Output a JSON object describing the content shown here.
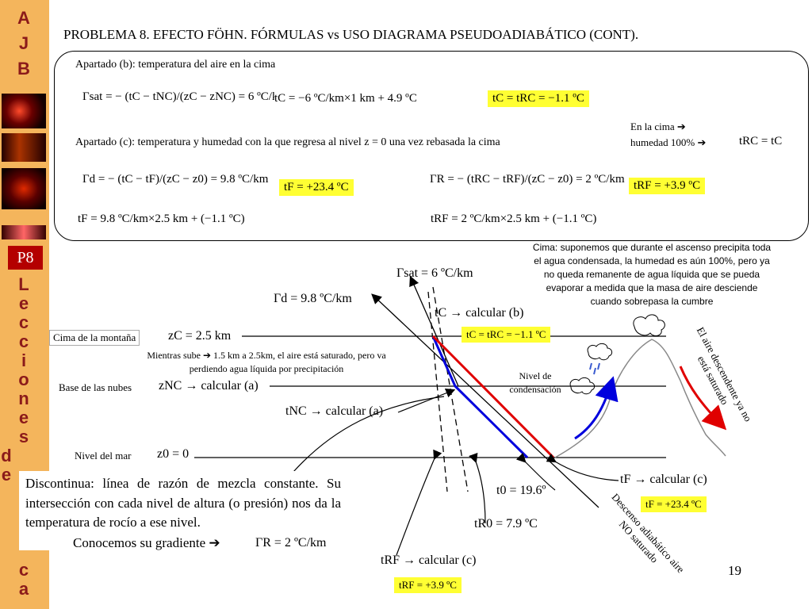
{
  "sidebar": {
    "letters": [
      "A",
      "J",
      "B",
      "L",
      "e",
      "c",
      "c",
      "i",
      "o",
      "n",
      "e",
      "s",
      "d",
      "e",
      "c",
      "a"
    ],
    "badge": "P8"
  },
  "title": "PROBLEMA 8. EFECTO FÖHN. FÓRMULAS vs USO DIAGRAMA PSEUDOADIABÁTICO (CONT).",
  "box": {
    "part_b": "Apartado (b): temperatura del aire en la cima",
    "eq_gamma_sat": "Γsat = − (tC − tNC)/(zC − zNC) = 6 ºC/km",
    "eq_tc_calc": "tC = −6 ºC/km×1 km + 4.9 ºC",
    "eq_tc_result": "tC = tRC = −1.1 ºC",
    "part_c": "Apartado (c): temperatura y humedad con la que regresa al nivel z = 0 una vez rebasada la cima",
    "cima_note_1": "En la cima ➔",
    "cima_note_2": "humedad 100% ➔",
    "eq_trc": "tRC = tC",
    "eq_gamma_d": "Γd = − (tC − tF)/(zC − z0) = 9.8 ºC/km",
    "eq_tf_result": "tF = +23.4 ºC",
    "eq_gamma_r": "ΓR = − (tRC − tRF)/(zC − z0) = 2 ºC/km",
    "eq_trf_result": "tRF = +3.9 ºC",
    "eq_tf_calc": "tF = 9.8 ºC/km×2.5 km + (−1.1 ºC)",
    "eq_trf_calc": "tRF = 2 ºC/km×2.5 km + (−1.1 ºC)"
  },
  "diagram": {
    "cima_text": "Cima: suponemos que durante el ascenso precipita toda el agua condensada, la humedad es aún 100%, pero ya no queda remanente de agua líquida que se pueda evaporar a medida que la masa de aire desciende cuando sobrepasa la cumbre",
    "gamma_sat_label": "Γsat = 6 ºC/km",
    "gamma_d_label": "Γd = 9.8 ºC/km",
    "tc_calc_label": "tC → calcular (b)",
    "cima_montana_label": "Cima de la montaña",
    "zc_label": "zC = 2.5 km",
    "tc_trc_label": "tC = tRC = −1.1 ºC",
    "mientras_sube": "Mientras sube ➔ 1.5 km a 2.5km, el aire está saturado, pero va perdiendo agua líquida por precipitación",
    "nivel_condensacion": "Nivel de condensación",
    "base_nubes": "Base de las nubes",
    "znc_label": "zNC → calcular (a)",
    "tnc_label": "tNC → calcular (a)",
    "nivel_mar": "Nivel del mar",
    "z0_label": "z0 = 0",
    "t0_label": "t0 = 19.6º",
    "tr0_label": "tR0 = 7.9 ºC",
    "tf_calc_label": "tF → calcular (c)",
    "tf_result_label": "tF = +23.4 ºC",
    "trf_calc_label": "tRF → calcular (c)",
    "trf_result_label": "tRF = +3.9 ºC",
    "descenso_label": "Descenso adiabático aire NO saturado",
    "aire_descendente": "El aire descendente ya no está saturado",
    "discontinua_text": "Discontinua: línea de razón de mezcla constante. Su intersección con cada nivel de altura (o presión) nos da la temperatura de rocío a ese nivel.",
    "conocemos_text": "Conocemos su gradiente ➔",
    "gamma_r_label": "ΓR = 2 ºC/km"
  },
  "page_number": "19",
  "colors": {
    "sidebar": "#f4b55c",
    "sidebar_text": "#8b1a1a",
    "highlight": "#ffff33",
    "red_line": "#e00000",
    "blue_line": "#0000dd"
  }
}
